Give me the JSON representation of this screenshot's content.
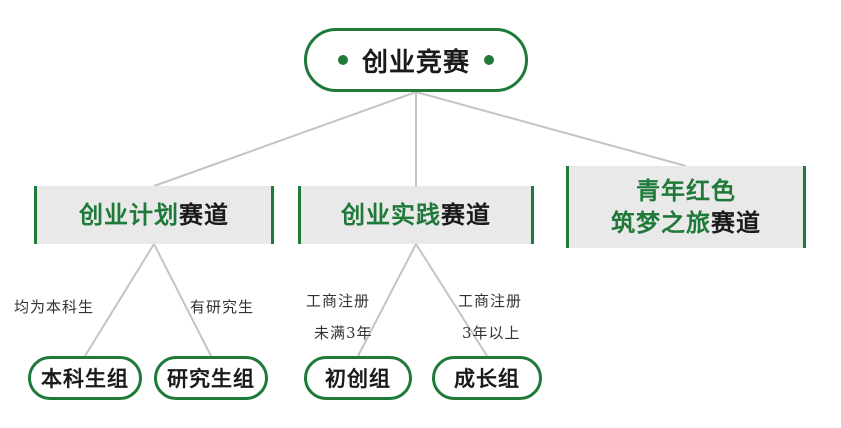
{
  "root": {
    "label": "创业竞赛"
  },
  "tracks": [
    {
      "label_green": "创业计划",
      "label_dark": "赛道"
    },
    {
      "label_green": "创业实践",
      "label_dark": "赛道"
    },
    {
      "line1": "青年红色",
      "line2_green": "筑梦之旅",
      "line2_dark": "赛道"
    }
  ],
  "branch_labels": {
    "undergrad": "均为本科生",
    "grad": "有研究生",
    "startup_line1": "工商注册",
    "startup_line2": "未满3年",
    "growth_line1": "工商注册",
    "growth_line2": "3年以上"
  },
  "leaves": [
    {
      "label": "本科生组"
    },
    {
      "label": "研究生组"
    },
    {
      "label": "初创组"
    },
    {
      "label": "成长组"
    }
  ],
  "colors": {
    "accent": "#1f7a3a",
    "box_fill": "#e9e9e9",
    "connector": "#bdbdbd"
  }
}
